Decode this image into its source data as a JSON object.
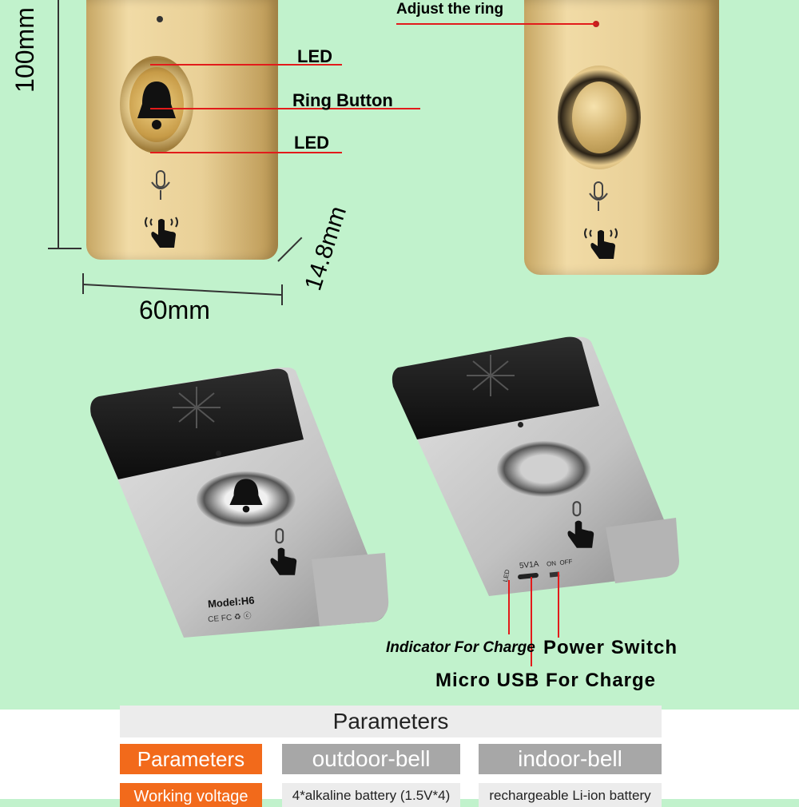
{
  "top_labels": {
    "led_upper": "LED",
    "ring_button": "Ring Button",
    "led_lower": "LED",
    "adjust_ring": "Adjust the ring"
  },
  "dimensions": {
    "height": "100mm",
    "width": "60mm",
    "depth": "14.8mm"
  },
  "device_text": {
    "model": "Model:H6",
    "usb_label": "5V1A",
    "on_off": "ON  OFF",
    "led_small": "LED"
  },
  "bottom_labels": {
    "indicator": "Indicator For Charge",
    "power_switch": "Power Switch",
    "micro_usb": "Micro USB For Charge"
  },
  "table": {
    "title": "Parameters",
    "header": [
      "Parameters",
      "outdoor-bell",
      "indoor-bell"
    ],
    "row1": [
      "Working voltage",
      "4*alkaline battery (1.5V*4)",
      "rechargeable Li-ion battery"
    ]
  },
  "colors": {
    "background": "#c1f2cc",
    "callout_red": "#e21b1b",
    "table_orange": "#f26a1b",
    "table_gray": "#a7a7a7"
  }
}
